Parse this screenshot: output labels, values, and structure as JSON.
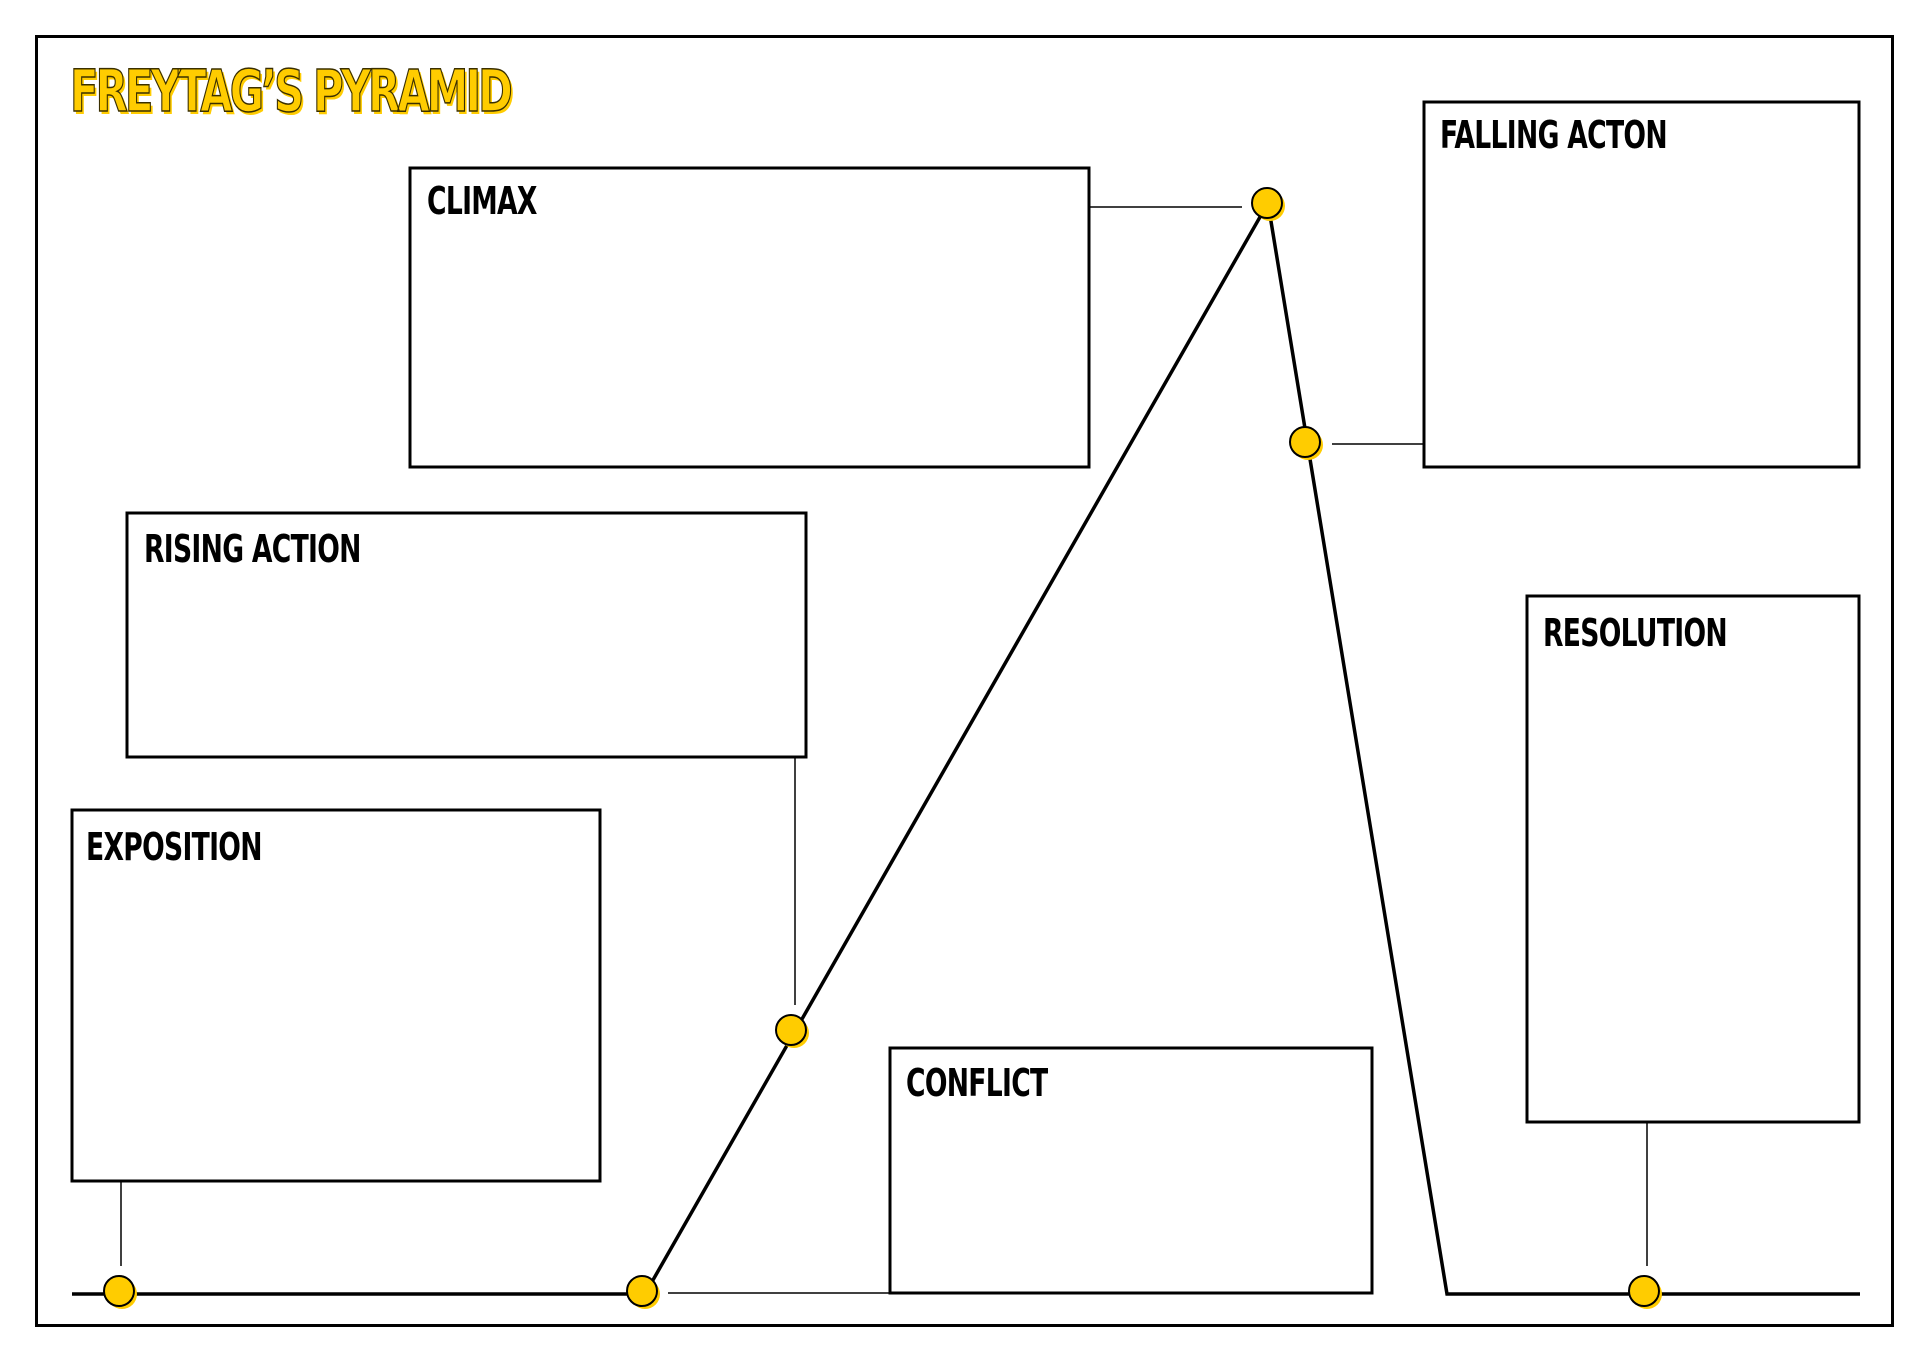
{
  "title": "FREYTAG’S PYRAMID",
  "colors": {
    "accent": "#FFCC00",
    "line": "#000000",
    "background": "#FFFFFF"
  },
  "boxes": {
    "exposition": "EXPOSITION",
    "rising_action": "RISING ACTION",
    "climax": "CLIMAX",
    "conflict": "CONFLICT",
    "falling_action": "FALLING ACTON",
    "resolution": "RESOLUTION"
  }
}
